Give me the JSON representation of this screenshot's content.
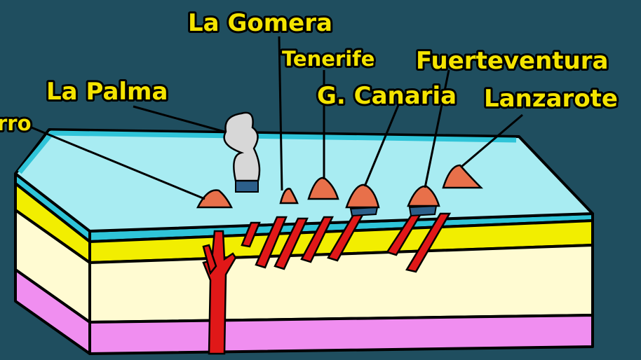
{
  "labels": {
    "el_hierro_partial": "rro",
    "la_palma": "La Palma",
    "la_gomera": "La Gomera",
    "tenerife": "Tenerife",
    "gran_canaria": "G. Canaria",
    "fuerteventura": "Fuerteventura",
    "lanzarote": "Lanzarote"
  },
  "colors": {
    "background": "#1f4e5f",
    "label_text": "#f4e400",
    "ocean_surface": "#a8ecf2",
    "ocean_edge": "#2fc4d8",
    "sediment_layer": "#f2ee00",
    "crust_layer": "#fffbd2",
    "mantle_layer": "#f08ef0",
    "magma": "#e01818",
    "island": "#e8704a",
    "seamount_base": "#2c5f8a",
    "volcanic_plume": "#d7d7d7"
  }
}
